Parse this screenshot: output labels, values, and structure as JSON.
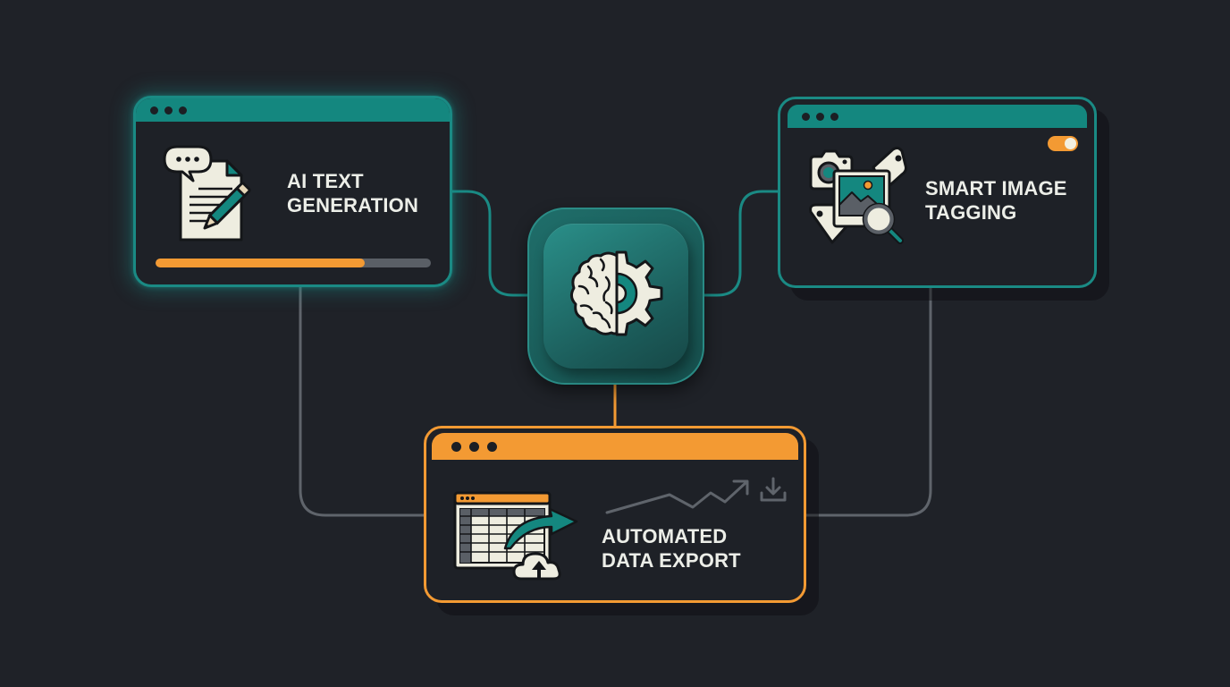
{
  "diagram": {
    "type": "workflow-hub",
    "hub": {
      "icon": "brain-gear-icon",
      "label": ""
    },
    "colors": {
      "background": "#1f2228",
      "teal": "#14877f",
      "orange": "#f39a33",
      "connector_gray": "#5f646b",
      "text": "#eceee8"
    },
    "nodes": [
      {
        "id": "ai-text-generation",
        "title_line1": "AI TEXT",
        "title_line2": "GENERATION",
        "icon": "document-chat-pencil-icon",
        "accent": "teal",
        "progress_percent": 76
      },
      {
        "id": "smart-image-tagging",
        "title_line1": "SMART IMAGE",
        "title_line2": "TAGGING",
        "icon": "image-tag-search-icon",
        "accent": "teal",
        "toggle": "on"
      },
      {
        "id": "automated-data-export",
        "title_line1": "AUTOMATED",
        "title_line2": "DATA EXPORT",
        "icon": "spreadsheet-cloud-upload-icon",
        "accent": "orange",
        "extras": [
          "trend-line-icon",
          "download-icon"
        ]
      }
    ],
    "edges": [
      {
        "from": "ai-text-generation",
        "to": "hub",
        "color": "teal"
      },
      {
        "from": "smart-image-tagging",
        "to": "hub",
        "color": "teal"
      },
      {
        "from": "hub",
        "to": "automated-data-export",
        "color": "orange"
      },
      {
        "from": "ai-text-generation",
        "to": "automated-data-export",
        "color": "gray"
      },
      {
        "from": "smart-image-tagging",
        "to": "automated-data-export",
        "color": "gray"
      }
    ]
  }
}
